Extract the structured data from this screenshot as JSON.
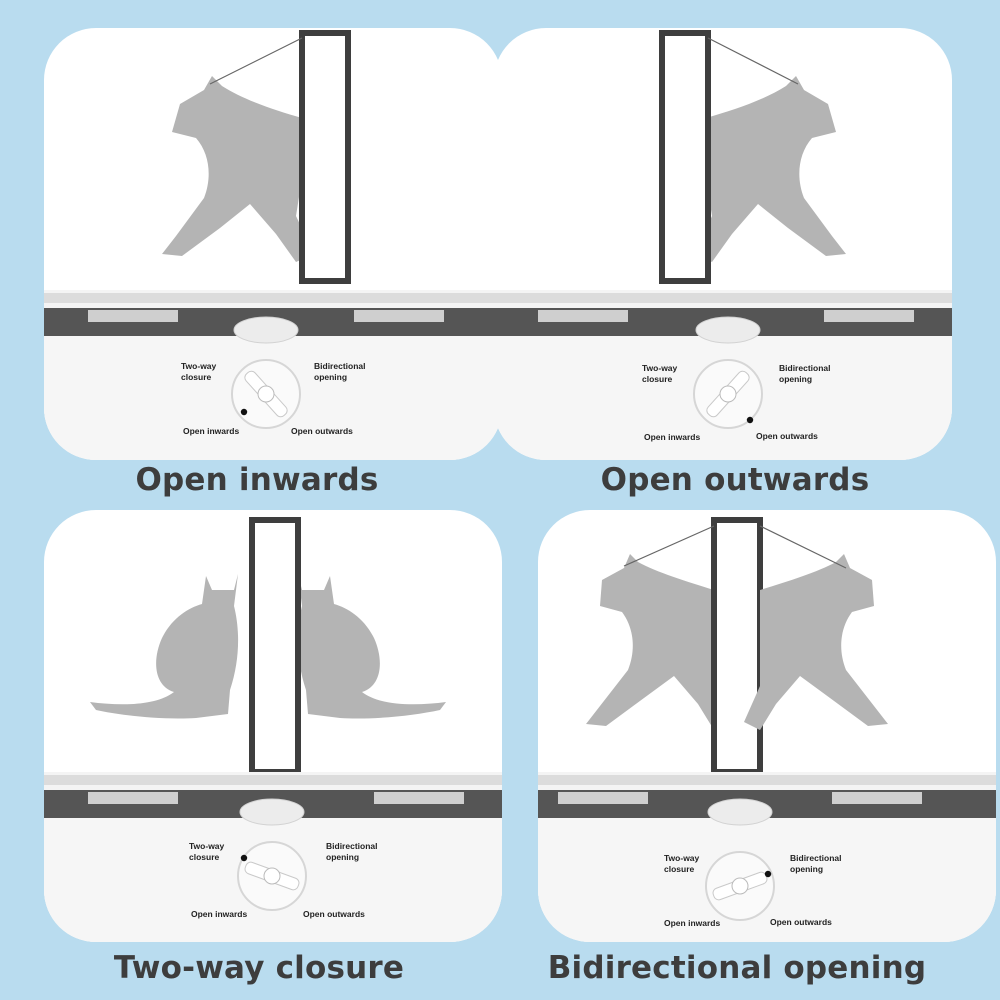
{
  "background_color": "#b9dcef",
  "caption_color": "#3d3d3d",
  "panels": [
    {
      "caption": "Open inwards",
      "dial": {
        "two_way": "Two-way\nclosure",
        "bidirectional": "Bidirectional\nopening",
        "inwards": "Open inwards",
        "outwards": "Open outwards"
      }
    },
    {
      "caption": "Open outwards",
      "dial": {
        "two_way": "Two-way\nclosure",
        "bidirectional": "Bidirectional\nopening",
        "inwards": "Open inwards",
        "outwards": "Open outwards"
      }
    },
    {
      "caption": "Two-way closure",
      "dial": {
        "two_way": "Two-way\nclosure",
        "bidirectional": "Bidirectional\nopening",
        "inwards": "Open inwards",
        "outwards": "Open outwards"
      }
    },
    {
      "caption": "Bidirectional opening",
      "dial": {
        "two_way": "Two-way\nclosure",
        "bidirectional": "Bidirectional\nopening",
        "inwards": "Open inwards",
        "outwards": "Open outwards"
      }
    }
  ]
}
